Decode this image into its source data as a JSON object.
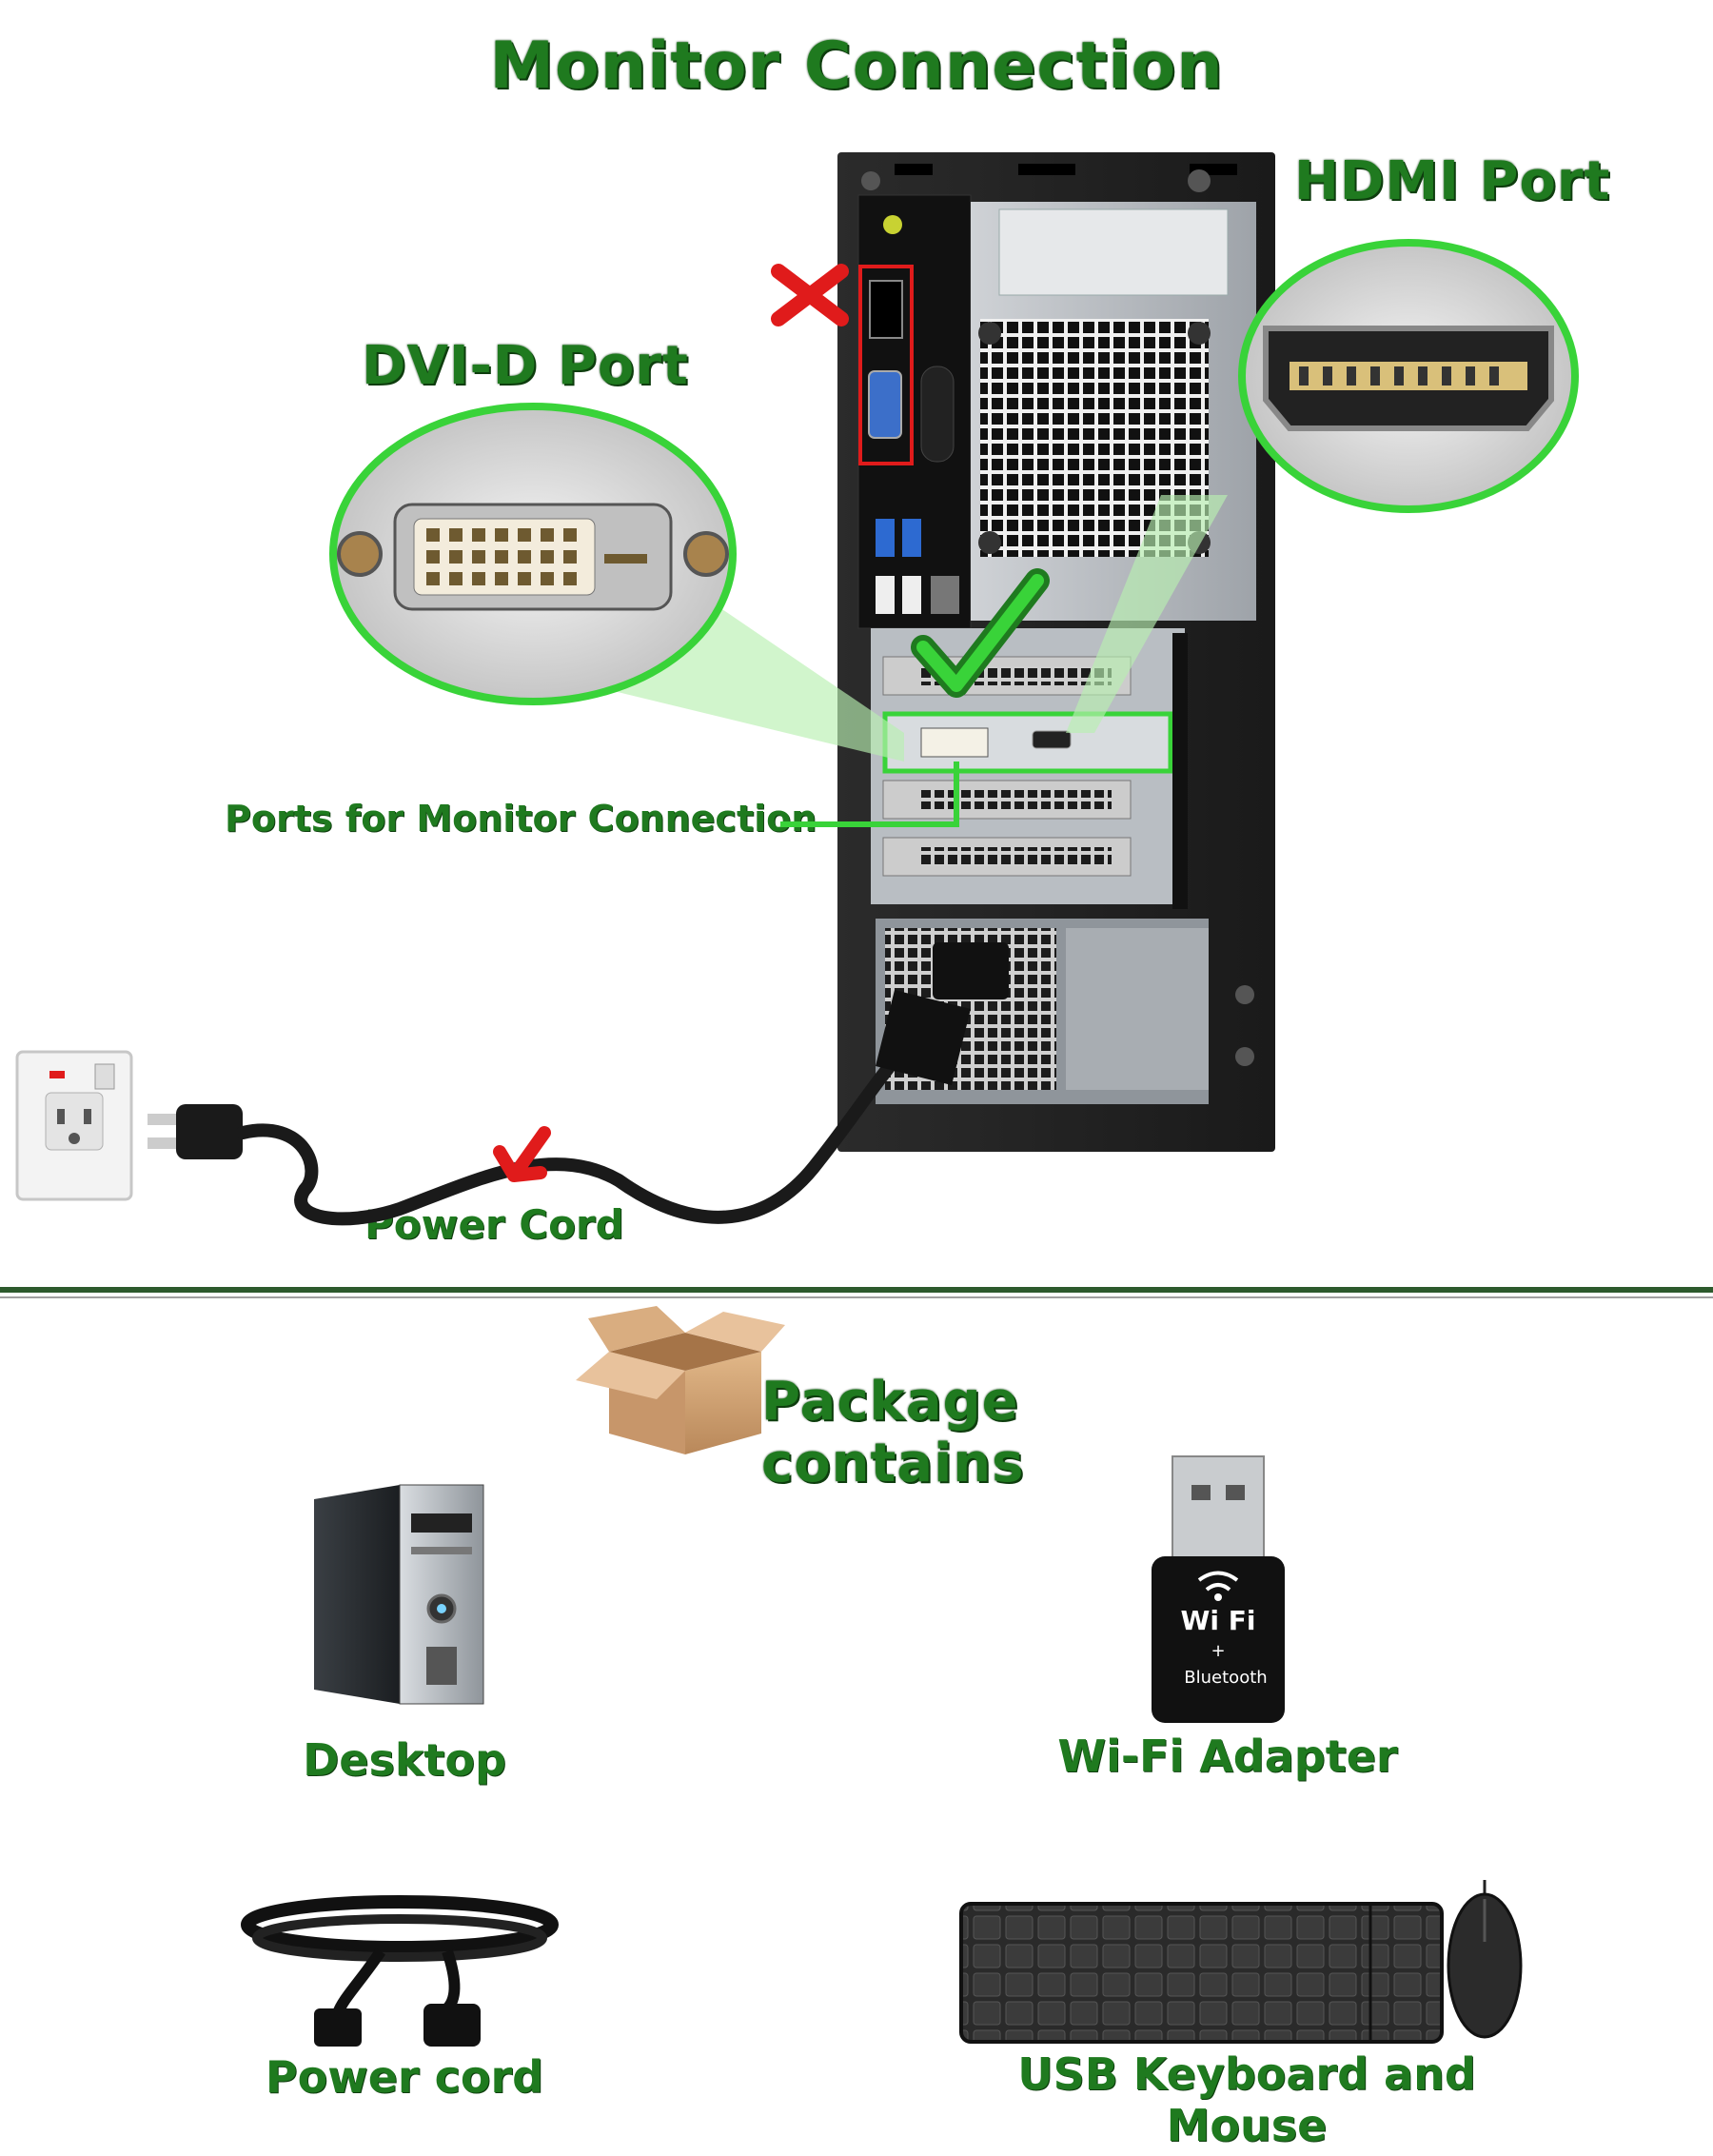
{
  "header": {
    "title": "Monitor Connection"
  },
  "callouts": {
    "hdmi": "HDMI Port",
    "dvi": "DVI-D Port",
    "ports": "Ports for Monitor Connection",
    "power": "Power Cord"
  },
  "package": {
    "title": "Package contains",
    "items": [
      {
        "label": "Desktop"
      },
      {
        "label": "Wi-Fi Adapter"
      },
      {
        "label": "Power cord"
      },
      {
        "label": "USB Keyboard and Mouse"
      }
    ],
    "wifi_logo": "Wi Fi",
    "bluetooth_text": "Bluetooth"
  },
  "colors": {
    "accent_green": "#1f7a1f",
    "highlight_green": "#39d339",
    "warning_red": "#e01b1b"
  }
}
